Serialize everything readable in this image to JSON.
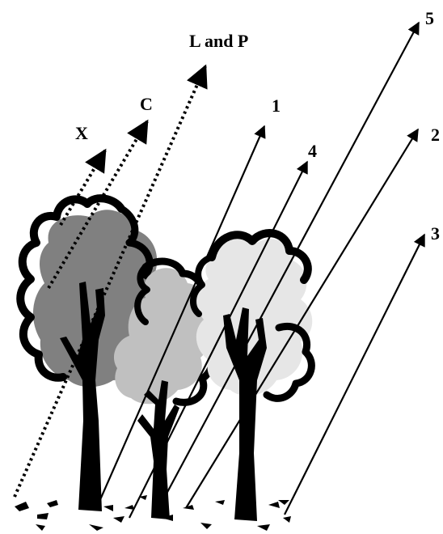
{
  "labels": {
    "lp": "L and P",
    "c": "C",
    "x": "X",
    "n1": "1",
    "n2": "2",
    "n3": "3",
    "n4": "4",
    "n5": "5"
  },
  "colors": {
    "outline": "#000000",
    "crown_dark": "#808080",
    "crown_mid": "#c0c0c0",
    "crown_light": "#e6e6e6",
    "background": "#ffffff"
  }
}
